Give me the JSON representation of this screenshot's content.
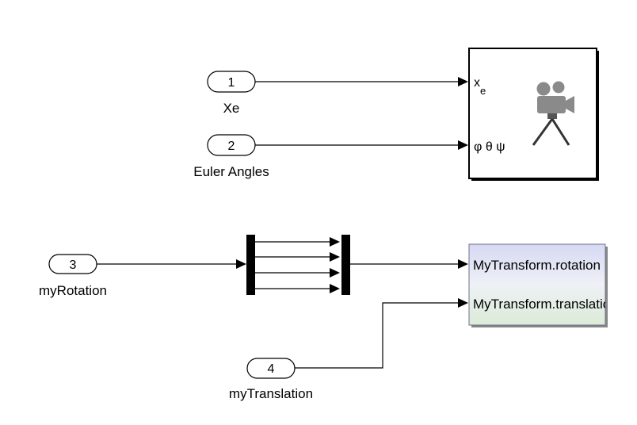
{
  "inports": [
    {
      "number": "1",
      "name": "Xe"
    },
    {
      "number": "2",
      "name": "Euler Angles"
    },
    {
      "number": "3",
      "name": "myRotation"
    },
    {
      "number": "4",
      "name": "myTranslation"
    }
  ],
  "camera_block": {
    "input_x": "x",
    "input_x_sub": "e",
    "input_angles": "φ θ ψ",
    "icon": "movie-camera-icon"
  },
  "vr_transform_block": {
    "input_1": "MyTransform.rotation",
    "input_2": "MyTransform.translation",
    "gradient_colors": [
      "#d6d9f3",
      "#eef1f6",
      "#dcebd8"
    ]
  },
  "colors": {
    "line": "#000000",
    "block_border": "#000000",
    "background": "#ffffff"
  }
}
